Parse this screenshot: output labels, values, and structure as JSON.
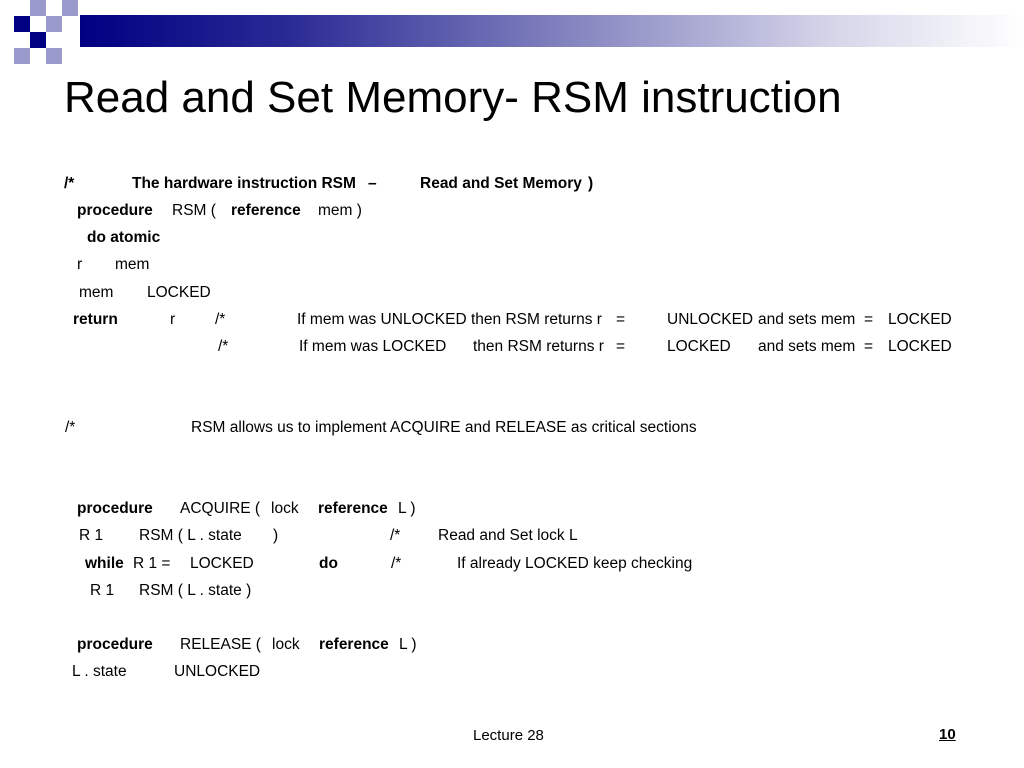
{
  "slide": {
    "title": "Read and Set Memory- RSM instruction",
    "footer_text": "Lecture 28",
    "page_number": "10",
    "colors": {
      "accent_dark": "#000082",
      "accent_light": "#9999cc"
    }
  },
  "code": {
    "rsm": {
      "comment_open": "/*",
      "header_1": "The hardware instruction RSM",
      "header_dash": "–",
      "header_2": "Read and Set Memory",
      "header_close": ")",
      "proc_kw": "procedure",
      "proc_name": "RSM (",
      "ref_kw": "reference",
      "param": "mem )",
      "do_atomic": "do atomic",
      "r": "r",
      "mem": "mem",
      "mem2": "mem",
      "locked": "LOCKED",
      "return_kw": "return",
      "return_r": "r",
      "c1_open": "/*",
      "c1_text": "If mem was UNLOCKED then RSM returns r",
      "c1_eq": "=",
      "c1_val": "UNLOCKED",
      "c1_sets": "and sets mem",
      "c1_eq2": "=",
      "c1_locked": "LOCKED",
      "c2_open": "/*",
      "c2_text": "If mem was LOCKED",
      "c2_then": "then RSM returns r",
      "c2_eq": "=",
      "c2_val": "LOCKED",
      "c2_sets": "and sets mem",
      "c2_eq2": "=",
      "c2_locked": "LOCKED"
    },
    "note": {
      "comment_open": "/*",
      "text": "RSM allows us to implement ACQUIRE and RELEASE as critical sections"
    },
    "acquire": {
      "proc_kw": "procedure",
      "name": "ACQUIRE (",
      "lock": "lock",
      "ref_kw": "reference",
      "param": "L )",
      "r1": "R 1",
      "rsm_call": "RSM ( L .  state",
      "paren": ")",
      "c_open": "/*",
      "c_text": "Read and Set lock L",
      "while_kw": "while",
      "cond": "R 1 =",
      "locked": "LOCKED",
      "do_kw": "do",
      "c2_open": "/*",
      "c2_text": "If already LOCKED keep checking",
      "r1b": "R 1",
      "rsm_call2": "RSM ( L .  state )"
    },
    "release": {
      "proc_kw": "procedure",
      "name": "RELEASE (",
      "lock": "lock",
      "ref_kw": "reference",
      "param": "L )",
      "lstate": "L .  state",
      "unlocked": "UNLOCKED"
    }
  }
}
